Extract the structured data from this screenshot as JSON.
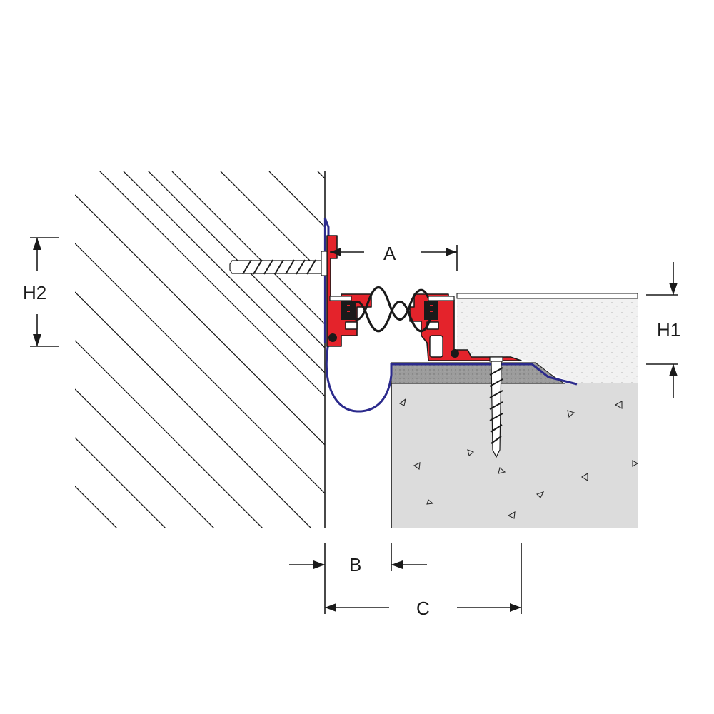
{
  "diagram": {
    "labels": {
      "A": "A",
      "B": "B",
      "C": "C",
      "H1": "H1",
      "H2": "H2"
    },
    "colors": {
      "profile_red": "#e4232b",
      "membrane_blue": "#2b2a8c",
      "concrete_gray": "#dcdcdc",
      "screed_gray": "#9a9a9a",
      "hatch_line": "#1a1a1a",
      "insert_black": "#1a1a1a"
    },
    "components": [
      "hatched-wall",
      "concrete-slab",
      "floor-finish",
      "bedding-layer",
      "aluminium-profile",
      "elastomer-insert",
      "membrane-loop",
      "wall-anchor",
      "floor-screw"
    ]
  }
}
